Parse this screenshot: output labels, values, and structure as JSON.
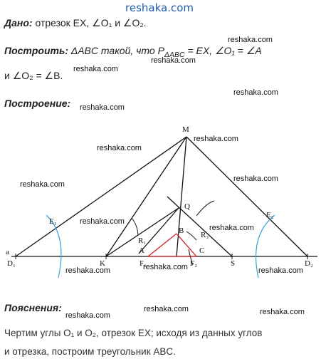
{
  "site": "reshaka.com",
  "given": {
    "label": "Дано:",
    "text": "отрезок EX, ∠O₁ и ∠O₂."
  },
  "construct": {
    "label": "Построить:",
    "text_part1": "ΔABC такой, что P",
    "subscript": "ΔABC",
    "text_part2": "= EX, ∠O₁ = ∠A",
    "line2": "и ∠O₂ = ∠B."
  },
  "construction_label": "Построение:",
  "explanation": {
    "label": "Пояснения:",
    "line1": "Чертим углы O₁ и O₂, отрезок EX; исходя из данных углов",
    "line2": "и отрезка, построим треугольник ABC."
  },
  "watermark": "reshaka.com",
  "figure_points": {
    "M": "M",
    "E1": "E₁",
    "E2": "E₂",
    "Q": "Q",
    "R1": "R₁",
    "R3": "R₃",
    "A": "A",
    "B": "B",
    "C": "C",
    "K": "K",
    "S": "S",
    "F1": "F₁",
    "F2": "F₂",
    "D1": "D₁",
    "D2": "D₂",
    "alpha": "a"
  },
  "colors": {
    "triangle": "#cc2222",
    "arcs": "#3aa0d8",
    "lines": "#111111",
    "header_link": "#1f5fae"
  }
}
